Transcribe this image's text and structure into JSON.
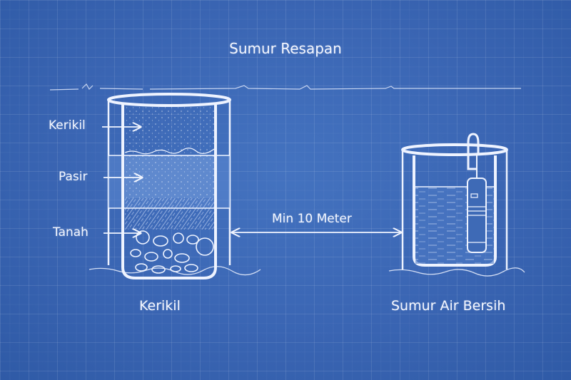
{
  "title": "Sumur Resapan",
  "infiltration_well": {
    "layer_labels": [
      "Kerikil",
      "Pasir",
      "Tanah"
    ],
    "caption": "Kerikil"
  },
  "distance": {
    "label": "Min 10 Meter"
  },
  "clean_water_well": {
    "caption": "Sumur Air Bersih"
  },
  "colors": {
    "background": "#3a65b3",
    "line": "#eef3ff",
    "sand_layer": "#5c86cc",
    "gravel_layer": "#4a76c2"
  }
}
